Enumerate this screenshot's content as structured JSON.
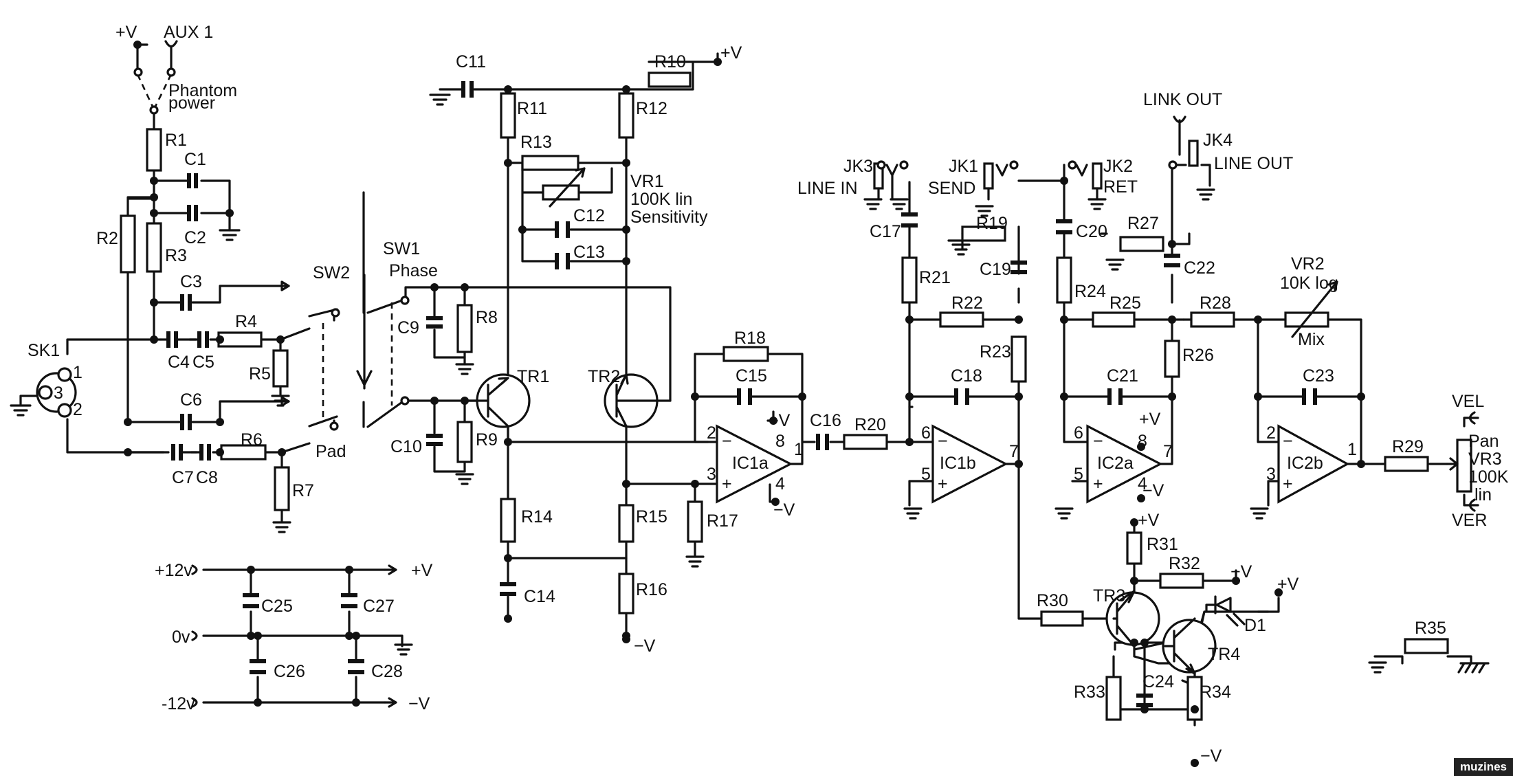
{
  "watermark": "muzines",
  "labels": {
    "vplus": "+V",
    "aux1": "AUX 1",
    "phantom": "Phantom",
    "power": "power",
    "r1": "R1",
    "r2": "R2",
    "r3": "R3",
    "r4": "R4",
    "r5": "R5",
    "r6": "R6",
    "r7": "R7",
    "r8": "R8",
    "r9": "R9",
    "r10": "R10",
    "r11": "R11",
    "r12": "R12",
    "r13": "R13",
    "r14": "R14",
    "r15": "R15",
    "r16": "R16",
    "r17": "R17",
    "r18": "R18",
    "r19": "R19",
    "r20": "R20",
    "r21": "R21",
    "r22": "R22",
    "r23": "R23",
    "r24": "R24",
    "r25": "R25",
    "r26": "R26",
    "r27": "R27",
    "r28": "R28",
    "r29": "R29",
    "r30": "R30",
    "r31": "R31",
    "r32": "R32",
    "r33": "R33",
    "r34": "R34",
    "r35": "R35",
    "c1": "C1",
    "c2": "C2",
    "c3": "C3",
    "c4": "C4",
    "c5": "C5",
    "c6": "C6",
    "c7": "C7",
    "c8": "C8",
    "c9": "C9",
    "c10": "C10",
    "c11": "C11",
    "c12": "C12",
    "c13": "C13",
    "c14": "C14",
    "c15": "C15",
    "c16": "C16",
    "c17": "C17",
    "c18": "C18",
    "c19": "C19",
    "c20": "C20",
    "c21": "C21",
    "c22": "C22",
    "c23": "C23",
    "c24": "C24",
    "c25": "C25",
    "c26": "C26",
    "c27": "C27",
    "c28": "C28",
    "sk1": "SK1",
    "pin1": "1",
    "pin2": "2",
    "pin3": "3",
    "sw1": "SW1",
    "sw2": "SW2",
    "phase": "Phase",
    "pad": "Pad",
    "tr1": "TR1",
    "tr2": "TR2",
    "tr3": "TR3",
    "tr4": "TR4",
    "d1": "D1",
    "vr1": "VR1",
    "vr1_value": "100K lin",
    "sensitivity": "Sensitivity",
    "vr2": "VR2",
    "vr2_value": "10K log",
    "mix": "Mix",
    "vr3": "VR3",
    "vr3_value": "100K",
    "lin": "lin",
    "pan": "Pan",
    "vel": "VEL",
    "ver": "VER",
    "jk3": "JK3",
    "line_in": "LINE IN",
    "jk1": "JK1",
    "send": "SEND",
    "jk2": "JK2",
    "ret": "RET",
    "jk4": "JK4",
    "line_out": "LINE OUT",
    "link_out": "LINK OUT",
    "ic1a": "IC1a",
    "ic1b": "IC1b",
    "ic2a": "IC2a",
    "ic2b": "IC2b",
    "minus": "−",
    "plus": "+",
    "vminus": "−V",
    "p1": "1",
    "p2": "2",
    "p3": "3",
    "p4": "4",
    "p5": "5",
    "p6": "6",
    "p7": "7",
    "p8": "8",
    "p12v": "+12v",
    "p0v": "0v",
    "m12v": "-12v"
  }
}
